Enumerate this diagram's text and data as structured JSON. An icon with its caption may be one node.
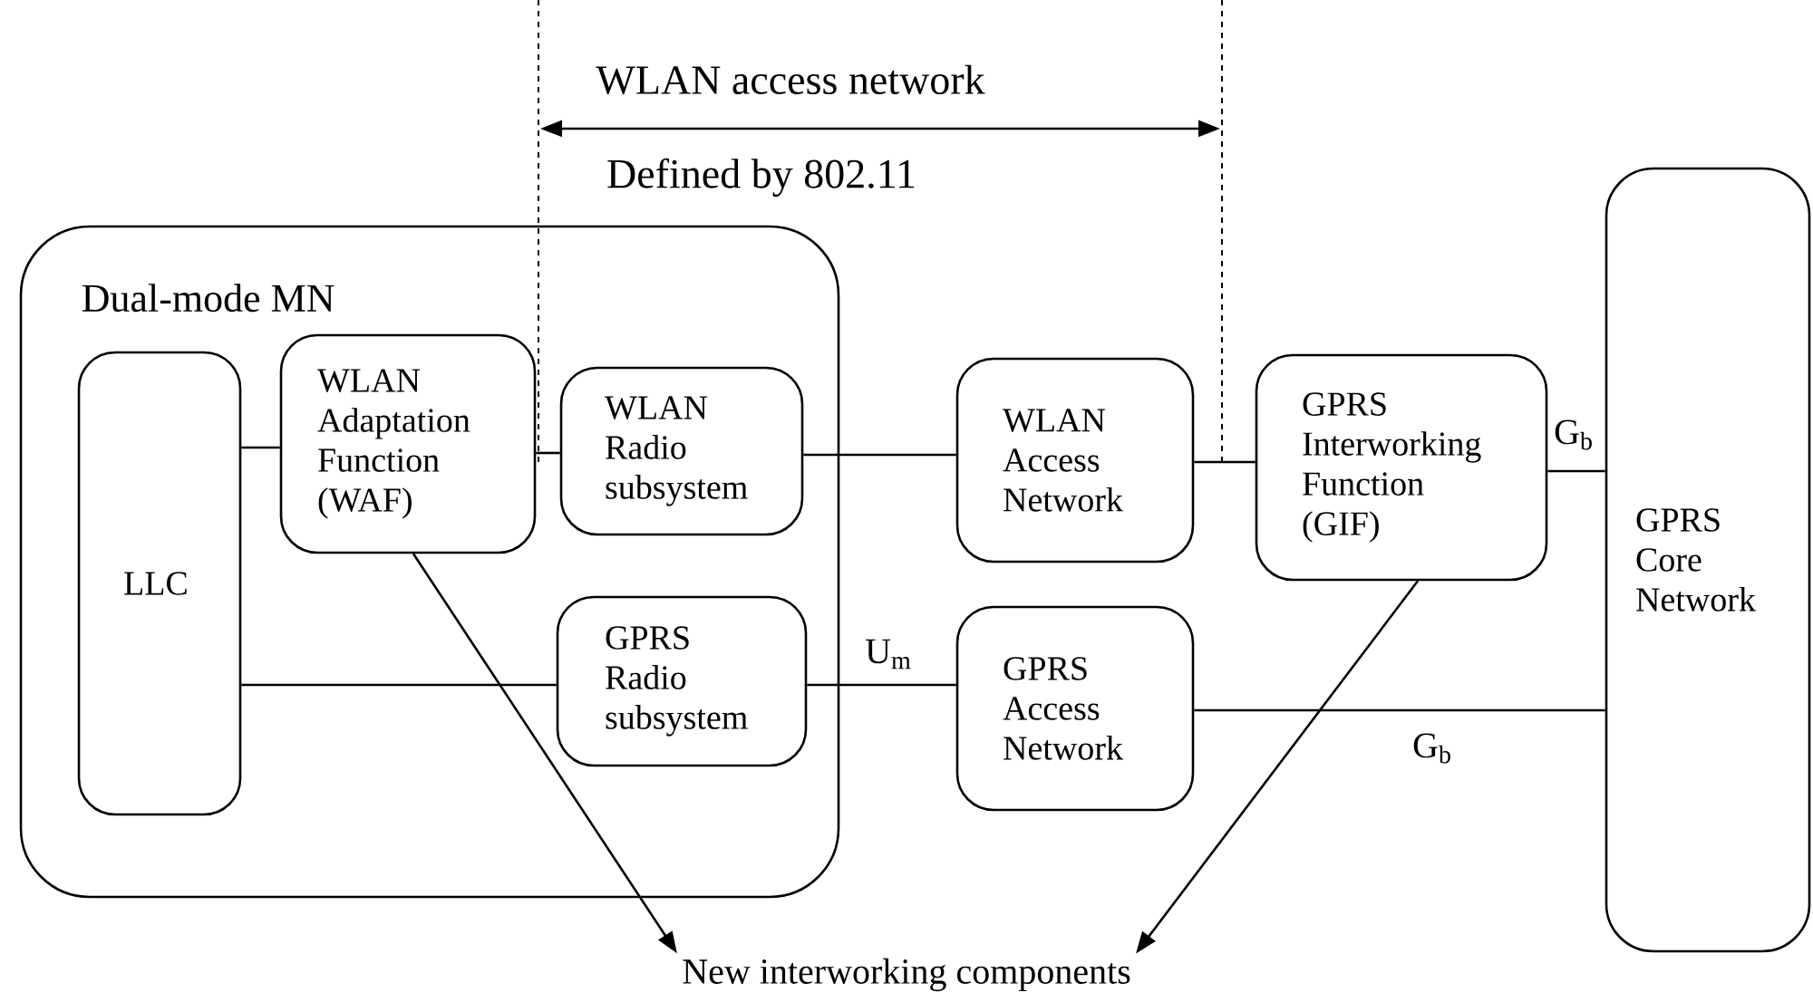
{
  "diagram": {
    "nodes": [
      {
        "text": [
          "Dual-mode MN"
        ]
      },
      {
        "text": [
          "LLC"
        ],
        "in": 0
      },
      {
        "text": [
          "WLAN Adaptation Function (WAF)"
        ],
        "in": 0
      },
      {
        "text": [
          "WLAN Radio subsystem"
        ],
        "in": 0
      },
      {
        "text": [
          "GPRS Radio subsystem"
        ],
        "in": 0
      },
      {
        "text": [
          "WLAN Access Network"
        ]
      },
      {
        "text": [
          "GPRS Interworking Function (GIF)"
        ]
      },
      {
        "text": [
          "GPRS Access Network"
        ]
      },
      {
        "text": [
          "GPRS Core Network"
        ]
      },
      {
        "text": [
          "New interworking components"
        ]
      }
    ],
    "edges": [
      {
        "from": 1,
        "to": 2,
        "arrow": "none"
      },
      {
        "from": 2,
        "to": 3,
        "arrow": "none"
      },
      {
        "from": 3,
        "to": 5,
        "arrow": "none"
      },
      {
        "from": 5,
        "to": 6,
        "arrow": "none"
      },
      {
        "from": 6,
        "to": 8,
        "arrow": "none",
        "label": "G$_{b}$"
      },
      {
        "from": 1,
        "to": 4,
        "arrow": "none"
      },
      {
        "from": 4,
        "to": 7,
        "arrow": "none",
        "label": "U$_{m}$"
      },
      {
        "from": 7,
        "to": 8,
        "arrow": "none",
        "label": "G$_{b}$"
      },
      {
        "from": 2,
        "to": 9,
        "arrow": "to"
      },
      {
        "from": 6,
        "to": 9,
        "arrow": "to"
      }
    ],
    "labels": [
      "WLAN access network",
      "Defined by 802.11"
    ]
  }
}
